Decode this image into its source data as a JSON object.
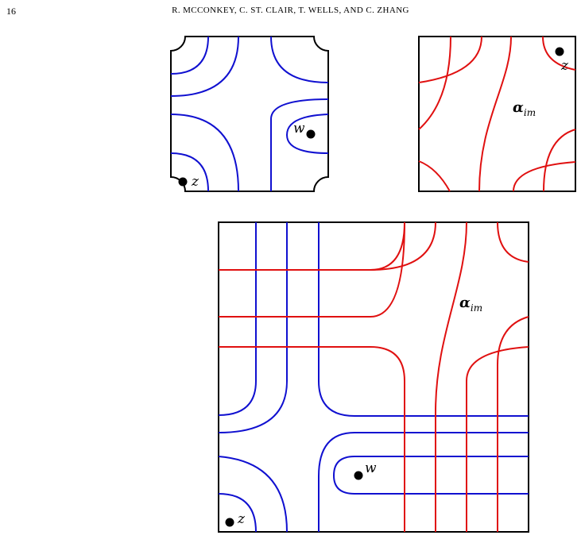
{
  "header": {
    "page_number": "16",
    "running_title": "R. MCCONKEY, C. ST. CLAIR, T. WELLS, AND C. ZHANG"
  },
  "figure": {
    "colors": {
      "blue_curves": "#1010d0",
      "red_curves": "#e01010",
      "outline": "#000000"
    },
    "top_left_panel": {
      "w_label": "w",
      "z_label": "z"
    },
    "top_right_panel": {
      "z_label": "z",
      "alpha_symbol": "α",
      "alpha_subscript": "im"
    },
    "bottom_panel": {
      "w_label": "w",
      "z_label": "z",
      "alpha_symbol": "α",
      "alpha_subscript": "im"
    }
  }
}
